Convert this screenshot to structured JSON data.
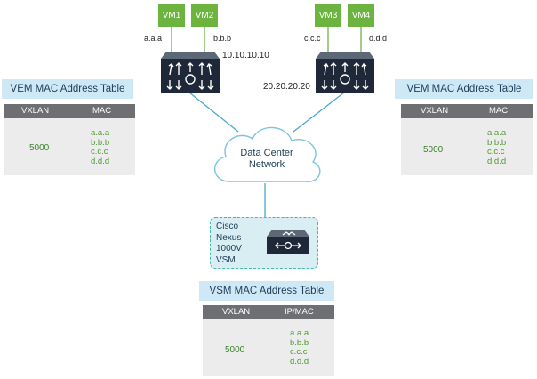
{
  "hosts": [
    {
      "ip": "10.10.10.10",
      "vms": [
        {
          "name": "VM1",
          "mac": "a.a.a"
        },
        {
          "name": "VM2",
          "mac": "b.b.b"
        }
      ]
    },
    {
      "ip": "20.20.20.20",
      "vms": [
        {
          "name": "VM3",
          "mac": "c.c.c"
        },
        {
          "name": "VM4",
          "mac": "d.d.d"
        }
      ]
    }
  ],
  "network": {
    "line1": "Data Center",
    "line2": "Network"
  },
  "vsm": {
    "lines": [
      "Cisco",
      "Nexus",
      "1000V",
      "VSM"
    ]
  },
  "tables": {
    "vem_left": {
      "title": "VEM MAC Address Table",
      "col1": "VXLAN",
      "col2": "MAC",
      "vxlan": "5000",
      "macs": [
        "a.a.a",
        "b.b.b",
        "c.c.c",
        "d.d.d"
      ]
    },
    "vem_right": {
      "title": "VEM MAC Address Table",
      "col1": "VXLAN",
      "col2": "MAC",
      "vxlan": "5000",
      "macs": [
        "a.a.a",
        "b.b.b",
        "c.c.c",
        "d.d.d"
      ]
    },
    "vsm": {
      "title": "VSM MAC Address Table",
      "col1": "VXLAN",
      "col2": "IP/MAC",
      "vxlan": "5000",
      "macs": [
        "a.a.a",
        "b.b.b",
        "c.c.c",
        "d.d.d"
      ]
    }
  },
  "colors": {
    "vm": "#6cb33f",
    "switch": "#1e2838",
    "link": "#4aa8cc",
    "table_title": "#cfe8f6",
    "table_head": "#6d6f73",
    "table_body": "#ececec",
    "mac_text": "#4d9a30"
  }
}
